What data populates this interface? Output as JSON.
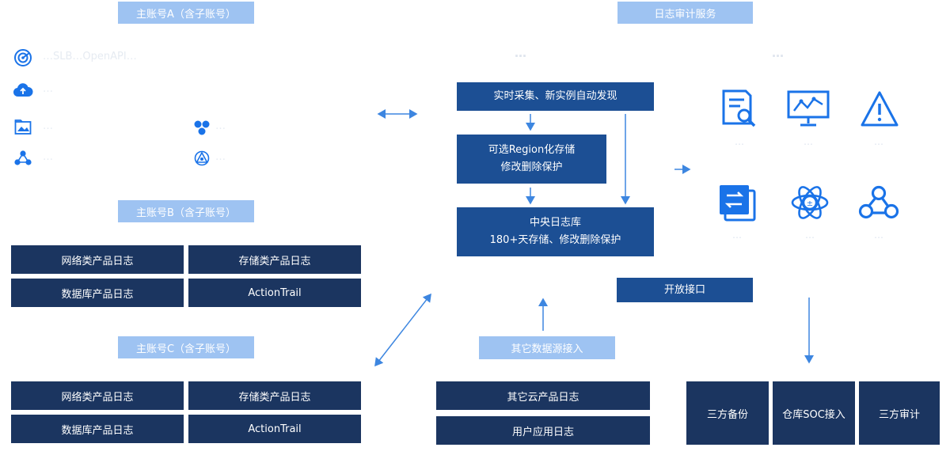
{
  "accounts": {
    "a_label": "主账号A（含子账号）",
    "b_label": "主账号B（含子账号）",
    "c_label": "主账号C（含子账号）"
  },
  "account_a_sources": [
    {
      "icon": "radar-icon",
      "text": "…SLB…OpenAPI…"
    },
    {
      "icon": "cloud-upload-icon",
      "text": "…"
    },
    {
      "icon": "image-folder-icon",
      "text": "…"
    },
    {
      "icon": "cluster-icon",
      "text": "…"
    },
    {
      "icon": "hexagon-cluster-icon",
      "text": "…"
    },
    {
      "icon": "triangle-network-icon",
      "text": "…"
    }
  ],
  "account_b_boxes": [
    "网络类产品日志",
    "存储类产品日志",
    "数据库产品日志",
    "ActionTrail"
  ],
  "account_c_boxes": [
    "网络类产品日志",
    "存储类产品日志",
    "数据库产品日志",
    "ActionTrail"
  ],
  "center": {
    "faint_title": "…",
    "collect": "实时采集、新实例自动发现",
    "region_line1": "可选Region化存储",
    "region_line2": "修改删除保护",
    "central_line1": "中央日志库",
    "central_line2": "180+天存储、修改删除保护",
    "other_sources_label": "其它数据源接入",
    "other_cloud": "其它云产品日志",
    "user_app": "用户应用日志"
  },
  "audit": {
    "service_label": "日志审计服务",
    "faint_title": "…",
    "tools": [
      {
        "icon": "document-search-icon",
        "label": "…"
      },
      {
        "icon": "monitor-chart-icon",
        "label": "…"
      },
      {
        "icon": "warning-icon",
        "label": "…"
      },
      {
        "icon": "transfer-icon",
        "label": "…"
      },
      {
        "icon": "atom-icon",
        "label": "…"
      },
      {
        "icon": "webhook-icon",
        "label": "…"
      }
    ],
    "open_api_label": "开放接口",
    "outputs": [
      "三方备份",
      "仓库SOC接入",
      "三方审计"
    ]
  },
  "colors": {
    "tag": "#9ec3f2",
    "navy": "#1b3560",
    "blue": "#1c4f94",
    "icon_blue": "#1a73e8",
    "arrow": "#3d86e0"
  }
}
